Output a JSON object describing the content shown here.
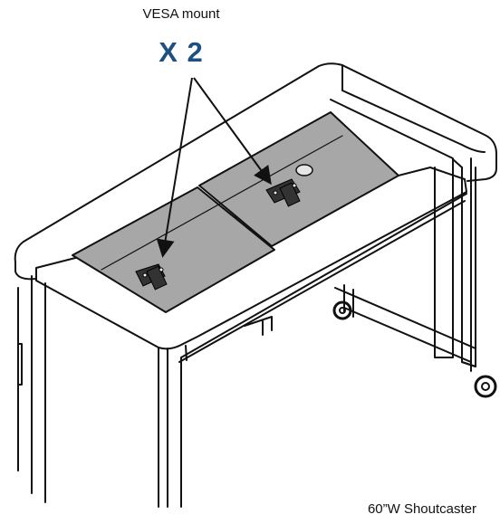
{
  "labels": {
    "callout": "VESA mount",
    "quantity": "X 2",
    "caption": "60”W Shoutcaster"
  },
  "colors": {
    "accent": "#1d4f80",
    "line": "#111111",
    "plate": "#a7a7a7"
  }
}
